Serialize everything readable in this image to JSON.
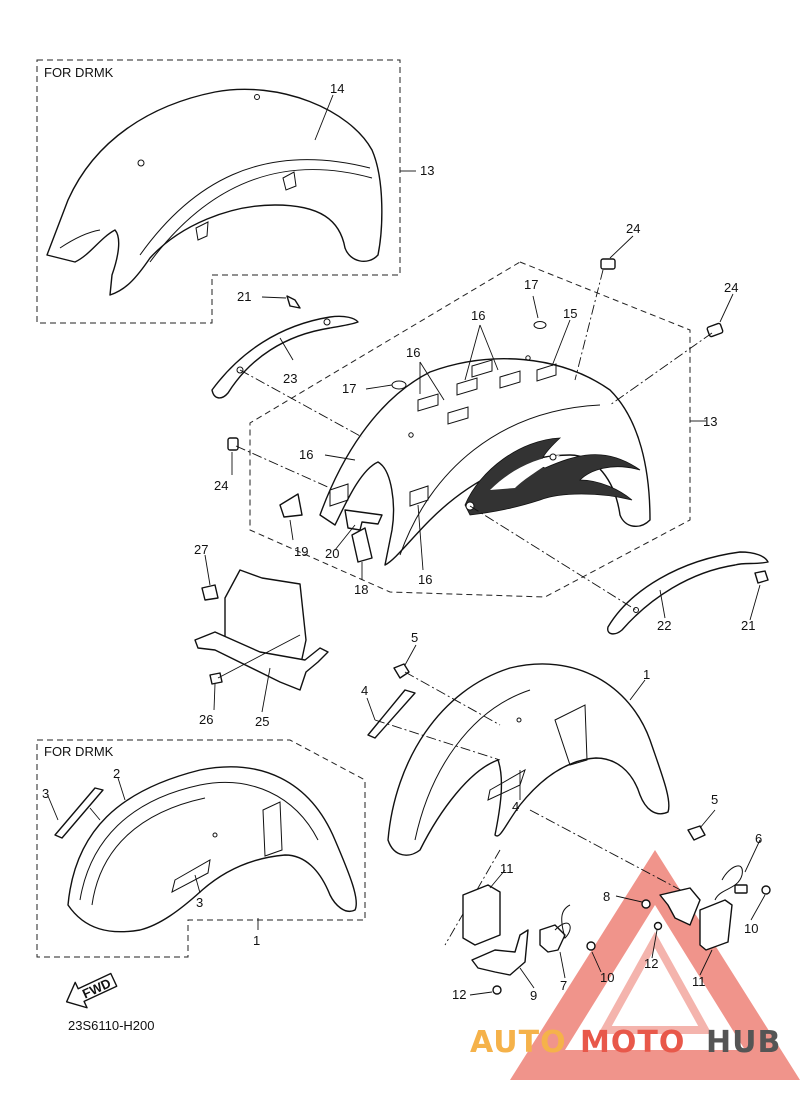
{
  "diagram": {
    "group_label_top": "FOR DRMK",
    "group_label_bottom": "FOR DRMK",
    "diagram_code": "23S6110-H200",
    "fwd_label": "FWD",
    "callouts": {
      "c14": "14",
      "c13a": "13",
      "c13b": "13",
      "c24a": "24",
      "c24b": "24",
      "c24c": "24",
      "c21a": "21",
      "c21b": "21",
      "c23": "23",
      "c22": "22",
      "c17a": "17",
      "c17b": "17",
      "c15": "15",
      "c16a": "16",
      "c16b": "16",
      "c16c": "16",
      "c16d": "16",
      "c19": "19",
      "c20": "20",
      "c18": "18",
      "c27": "27",
      "c26": "26",
      "c25": "25",
      "c5a": "5",
      "c5b": "5",
      "c4a": "4",
      "c4b": "4",
      "c1a": "1",
      "c1b": "1",
      "c2": "2",
      "c3a": "3",
      "c3b": "3",
      "c6": "6",
      "c8": "8",
      "c10a": "10",
      "c10b": "10",
      "c11a": "11",
      "c11b": "11",
      "c12a": "12",
      "c12b": "12",
      "c7": "7",
      "c9": "9"
    }
  },
  "watermark": {
    "auto": "AUTO",
    "moto": "MOTO",
    "hub": "HUB",
    "colors": {
      "auto": "#f5b24a",
      "moto": "#e8584a",
      "hub": "#555555",
      "triangle": "#e8584a"
    }
  }
}
